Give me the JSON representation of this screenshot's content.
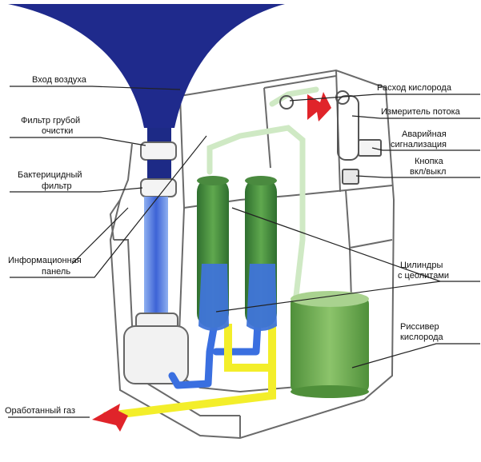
{
  "labels": {
    "air_intake": "Вход воздуха",
    "coarse_filter_l1": "Фильтр грубой",
    "coarse_filter_l2": "очистки",
    "bact_filter_l1": "Бактерицидный",
    "bact_filter_l2": "фильтр",
    "info_panel_l1": "Информационная",
    "info_panel_l2": "панель",
    "exhaust": "Оработанный газ",
    "oxygen_flow": "Расход кислорода",
    "flow_meter": "Измеритель потока",
    "alarm_l1": "Аварийная",
    "alarm_l2": "сигнализация",
    "button_l1": "Кнопка",
    "button_l2": "вкл/выкл",
    "cylinders_l1": "Цилиндры",
    "cylinders_l2": "с цеолитами",
    "receiver_l1": "Риссивер",
    "receiver_l2": "кислорода"
  },
  "colors": {
    "funnel": "#1f2a8c",
    "filter_tube": "#4a73d9",
    "zeolite": "#3f8a3a",
    "receiver": "#6aa84f",
    "yellow_pipe": "#f3ee2a",
    "blue_pipe": "#3a6fe0",
    "arrow_red": "#e0242a",
    "outline": "#5a5a5a"
  }
}
